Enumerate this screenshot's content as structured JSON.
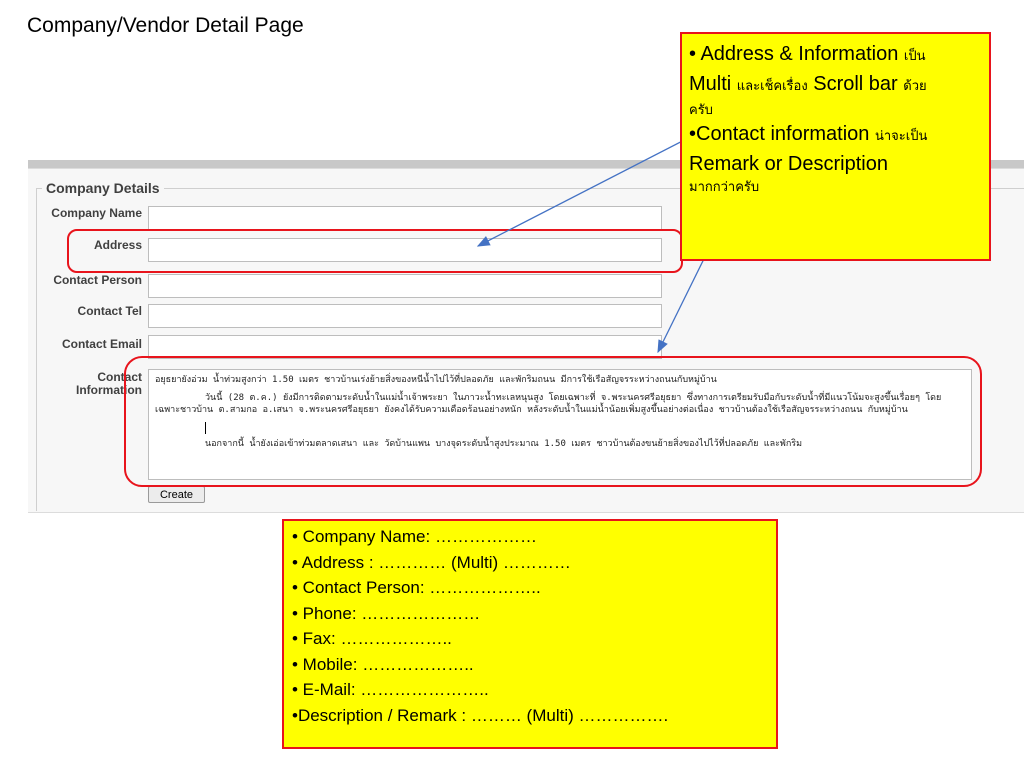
{
  "slide": {
    "title": "Company/Vendor Detail Page"
  },
  "form": {
    "legend": "Company Details",
    "labels": {
      "company_name": "Company Name",
      "address": "Address",
      "contact_person": "Contact Person",
      "contact_tel": "Contact Tel",
      "contact_email": "Contact Email",
      "contact_information": "Contact Information"
    },
    "contact_information_text": [
      "อยุธยายังอ่วม น้ำท่วมสูงกว่า 1.50 เมตร ชาวบ้านเร่งย้ายสิ่งของหนีน้ำไปไว้ที่ปลอดภัย และพักริมถนน มีการใช้เรือสัญจรระหว่างถนนกับหมู่บ้าน",
      "วันนี้ (28 ต.ค.) ยังมีการติดตามระดับน้ำในแม่น้ำเจ้าพระยา ในภาวะน้ำทะเลหนุนสูง โดยเฉพาะที่ จ.พระนครศรีอยุธยา ซึ่งทางการเตรียมรับมือกับระดับน้ำที่มีแนวโน้มจะสูงขึ้นเรื่อยๆ โดยเฉพาะชาวบ้าน ต.สามกอ อ.เสนา จ.พระนครศรีอยุธยา ยังคงได้รับความเดือดร้อนอย่างหนัก หลังระดับน้ำในแม่น้ำน้อยเพิ่มสูงขึ้นอย่างต่อเนื่อง ชาวบ้านต้องใช้เรือสัญจรระหว่างถนน กับหมู่บ้าน",
      "นอกจากนี้ น้ำยังเอ่อเข้าท่วมตลาดเสนา และ วัดบ้านแพน บางจุดระดับน้ำสูงประมาณ 1.50 เมตร ชาวบ้านต้องขนย้ายสิ่งของไปไว้ที่ปลอดภัย และพักริม"
    ],
    "create_button": "Create"
  },
  "note_top": {
    "line1": "• Address & Information",
    "line1_thai": "เป็น",
    "line2": "Multi",
    "line2_thai": "และเช็คเรื่อง",
    "line2_b": "Scroll bar",
    "line2_thai_b": "ด้วย",
    "line3_thai": "ครับ",
    "line4": "•Contact information",
    "line4_thai": "น่าจะเป็น",
    "line5": "Remark or Description",
    "line6_thai": "มากกว่าครับ"
  },
  "note_bottom": {
    "items": [
      "• Company Name: ………………",
      "• Address : ………… (Multi) …………",
      "• Contact Person: ………………..",
      "• Phone: …………………",
      "• Fax: ………………..",
      "• Mobile: ………………..",
      "• E-Mail: …………………..",
      "•Description / Remark  : ……… (Multi) ……………."
    ]
  },
  "colors": {
    "highlight": "#e8141c",
    "note_bg": "#ffff00",
    "arrow": "#4472c4",
    "label": "#404040"
  }
}
